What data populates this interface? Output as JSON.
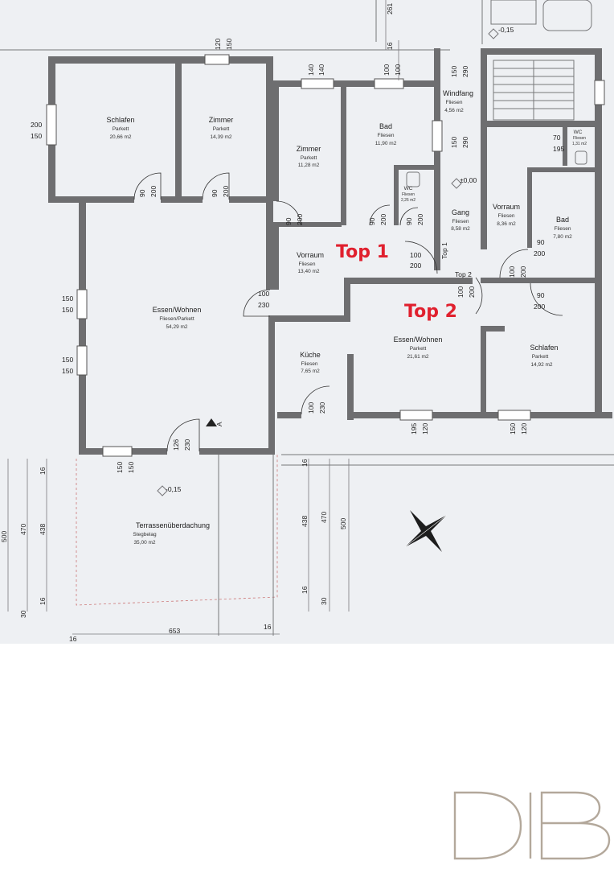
{
  "plan": {
    "top_labels": [
      "Top 1",
      "Top 2"
    ],
    "rooms": [
      {
        "id": "schlafen-1",
        "name": "Schlafen",
        "floor": "Parkett",
        "area": "20,66 m2"
      },
      {
        "id": "zimmer-1",
        "name": "Zimmer",
        "floor": "Parkett",
        "area": "14,39 m2"
      },
      {
        "id": "zimmer-2",
        "name": "Zimmer",
        "floor": "Parkett",
        "area": "11,28 m2"
      },
      {
        "id": "bad-1",
        "name": "Bad",
        "floor": "Fliesen",
        "area": "11,90 m2"
      },
      {
        "id": "wc-1",
        "name": "WC",
        "floor": "Fliesen",
        "area": "2,26 m2"
      },
      {
        "id": "windfang",
        "name": "Windfang",
        "floor": "Fliesen",
        "area": "4,56 m2"
      },
      {
        "id": "wc-2",
        "name": "WC",
        "floor": "Fliesen",
        "area": "1,31 m2"
      },
      {
        "id": "gang",
        "name": "Gang",
        "floor": "Fliesen",
        "area": "8,58 m2"
      },
      {
        "id": "vorraum-2",
        "name": "Vorraum",
        "floor": "Fliesen",
        "area": "8,36 m2"
      },
      {
        "id": "bad-2",
        "name": "Bad",
        "floor": "Fliesen",
        "area": "7,80 m2"
      },
      {
        "id": "vorraum-1",
        "name": "Vorraum",
        "floor": "Fliesen",
        "area": "13,40 m2"
      },
      {
        "id": "essen-wohnen-1",
        "name": "Essen/Wohnen",
        "floor": "Fliesen/Parkett",
        "area": "54,29 m2"
      },
      {
        "id": "essen-wohnen-2",
        "name": "Essen/Wohnen",
        "floor": "Parkett",
        "area": "21,61 m2"
      },
      {
        "id": "schlafen-2",
        "name": "Schlafen",
        "floor": "Parkett",
        "area": "14,92 m2"
      },
      {
        "id": "kueche",
        "name": "Küche",
        "floor": "Fliesen",
        "area": "7,65 m2"
      },
      {
        "id": "terrasse",
        "name": "Terrassenüberdachung",
        "floor": "Stegbelag",
        "area": "35,00 m2"
      }
    ],
    "levels": {
      "main": "±0,00",
      "terrace": "-0,15",
      "entrance": "-0,15"
    },
    "section_marker": "A",
    "side_markers": {
      "top1": "Top 1",
      "top2": "Top 2"
    },
    "dimensions": {
      "d120": "120",
      "d150": "150",
      "d140": "140",
      "d100": "100",
      "d16": "16",
      "d261": "261",
      "d200": "200",
      "d90": "90",
      "d230": "230",
      "d126": "126",
      "d70": "70",
      "d195": "195",
      "d500": "500",
      "d470": "470",
      "d438": "438",
      "d30": "30",
      "d653": "653",
      "d290": "290"
    }
  },
  "branding": {
    "logo_text": "DB"
  }
}
